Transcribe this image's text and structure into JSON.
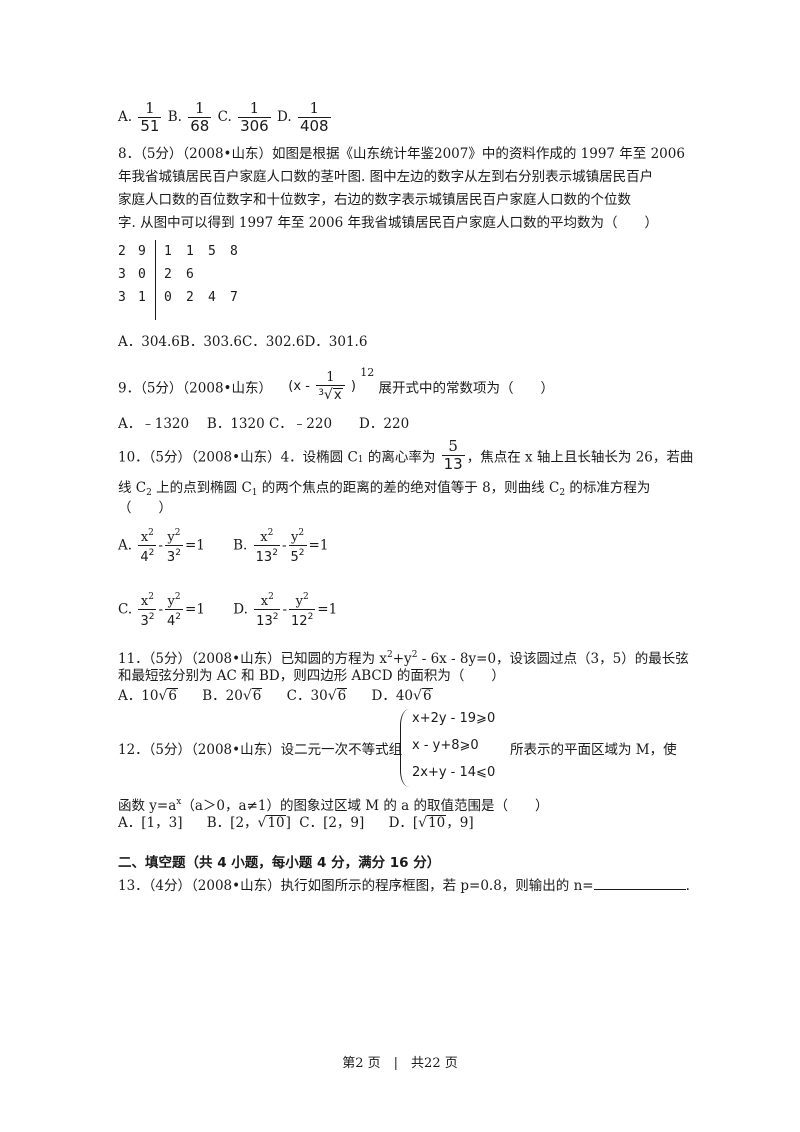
{
  "q7_options": [
    {
      "letter": "A.",
      "num": "1",
      "den": "51"
    },
    {
      "letter": "B.",
      "num": "1",
      "den": "68"
    },
    {
      "letter": "C.",
      "num": "1",
      "den": "306"
    },
    {
      "letter": "D.",
      "num": "1",
      "den": "408"
    }
  ],
  "q8": {
    "line1": "8．（5分）（2008•山东）如图是根据《山东统计年鉴2007》中的资料作成的 1997 年至 2006",
    "line2": "年我省城镇居民百户家庭人口数的茎叶图. 图中左边的数字从左到右分别表示城镇居民百户",
    "line3": "家庭人口数的百位数字和十位数字，右边的数字表示城镇居民百户家庭人口数的个位数",
    "line4": "字. 从图中可以得到 1997 年至 2006 年我省城镇居民百户家庭人口数的平均数为（　　）",
    "stem_leaf": [
      {
        "stem": [
          "2",
          "9"
        ],
        "leaves": [
          "1",
          "1",
          "5",
          "8"
        ]
      },
      {
        "stem": [
          "3",
          "0"
        ],
        "leaves": [
          "2",
          "6"
        ]
      },
      {
        "stem": [
          "3",
          "1"
        ],
        "leaves": [
          "0",
          "2",
          "4",
          "7"
        ]
      }
    ],
    "options": "A．304.6B．303.6C．302.6D．301.6"
  },
  "q9": {
    "prefix": "9．（5分）（2008•山东）",
    "expr_left": "(x -",
    "num": "1",
    "root_index": "3",
    "radicand": "x",
    "expr_right": ")",
    "power": "12",
    "suffix": "展开式中的常数项为（　　）",
    "options": "A．﹣1320　 B．1320 C．﹣220　　D．220"
  },
  "q10": {
    "prefix": "10．（5分）（2008•山东）4．设椭圆 C",
    "sub1": "1",
    "mid1": " 的离心率为",
    "num": "5",
    "den": "13",
    "rest": "，焦点在 x 轴上且长轴长为 26，若曲",
    "line2a": "线 C",
    "sub2": "2",
    "line2b": " 上的点到椭圆 C",
    "sub3": "1",
    "line2c": " 的两个焦点的距离的差的绝对值等于 8，则曲线 C",
    "sub4": "2",
    "line2d": " 的标准方程为",
    "line3": "（　　）",
    "options": [
      {
        "letter": "A.",
        "a": "x",
        "b": "4",
        "c": "y",
        "d": "3"
      },
      {
        "letter": "B.",
        "a": "x",
        "b": "13",
        "c": "y",
        "d": "5"
      },
      {
        "letter": "C.",
        "a": "x",
        "b": "3",
        "c": "y",
        "d": "4"
      },
      {
        "letter": "D.",
        "a": "x",
        "b": "13",
        "c": "y",
        "d": "12"
      }
    ],
    "exp": "2",
    "minus": "-",
    "eq": "=1"
  },
  "q11": {
    "line1a": "11．（5分）（2008•山东）已知圆的方程为 x",
    "sup1": "2",
    "line1b": "+y",
    "sup2": "2",
    "line1c": " - 6x - 8y=0，设该圆过点（3，5）的最长弦",
    "line2": "和最短弦分别为 AC 和 BD，则四边形 ABCD 的面积为（　　）",
    "options": [
      {
        "letter": "A．",
        "coef": "10",
        "rad": "6"
      },
      {
        "letter": "B．",
        "coef": "20",
        "rad": "6"
      },
      {
        "letter": "C．",
        "coef": "30",
        "rad": "6"
      },
      {
        "letter": "D．",
        "coef": "40",
        "rad": "6"
      }
    ]
  },
  "q12": {
    "prefix": "12．（5分）（2008•山东）设二元一次不等式组",
    "ineq1": "x+2y - 19⩾0",
    "ineq2": "x - y+8⩾0",
    "ineq3": "2x+y - 14⩽0",
    "suffix": "所表示的平面区域为 M，使",
    "line2a": "函数 y=a",
    "sup": "x",
    "line2b": "（a＞0，a≠1）的图象过区域 M 的 a 的取值范围是（　　）",
    "opt_a": "A．[1，3]",
    "opt_b_pre": "B．[2，",
    "opt_b_rad": "10",
    "opt_b_post": "]",
    "opt_c": "C．[2，9]",
    "opt_d_pre": "D．[",
    "opt_d_rad": "10",
    "opt_d_post": "，9]"
  },
  "section2": {
    "heading": "二、填空题（共 4 小题，每小题 4 分，满分 16 分）"
  },
  "q13": {
    "text": "13．（4分）（2008•山东）执行如图所示的程序框图，若 p=0.8，则输出的 n=",
    "end": "."
  },
  "footer": {
    "text": "第2 页　|　共22 页"
  }
}
